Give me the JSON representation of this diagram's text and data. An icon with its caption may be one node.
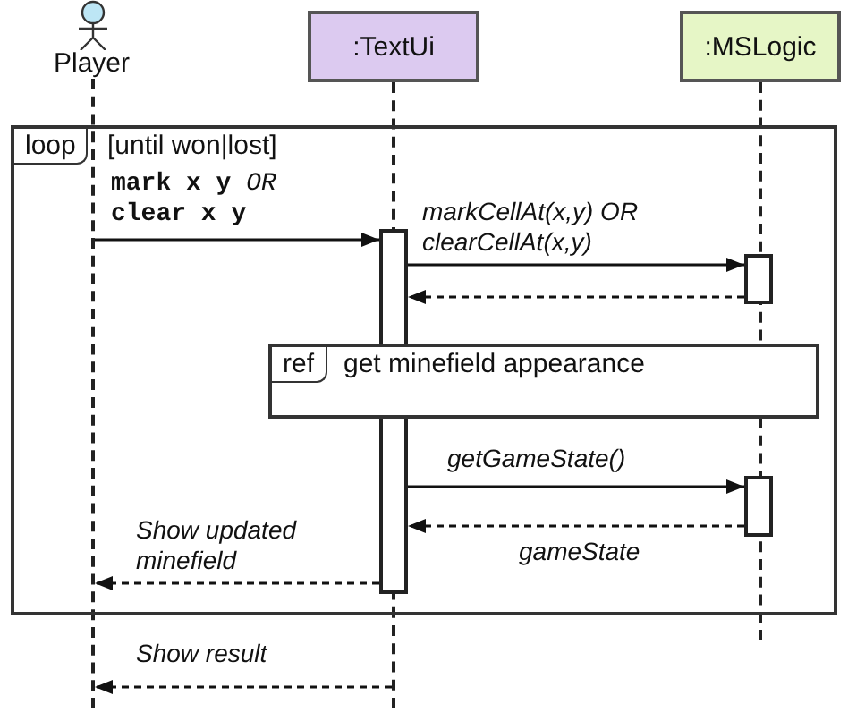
{
  "diagram": {
    "nodes": [
      {
        "text": [
          "Player"
        ]
      },
      {
        "text": [
          ":TextUi"
        ]
      },
      {
        "text": [
          ":MSLogic"
        ]
      },
      {
        "text": [],
        "shape": "line"
      },
      {
        "text": [],
        "shape": "line"
      },
      {
        "text": [
          "loop",
          "[until won|lost]"
        ]
      },
      {
        "text": [],
        "shape": "bar",
        "in": 5
      },
      {
        "text": [],
        "shape": "bar",
        "in": 5
      },
      {
        "text": [
          "ref",
          "get minefield appearance"
        ],
        "in": 5
      },
      {
        "text": [],
        "shape": "bar",
        "in": 5
      }
    ],
    "edges": [
      {
        "from": 3,
        "to": 6,
        "arrow": "to",
        "label": "**mark x y** *OR* **clear x y**"
      },
      {
        "from": 6,
        "to": 7,
        "arrow": "to",
        "label": "markCellAt(x,y) OR clearCellAt(x,y)"
      },
      {
        "from": 7,
        "to": 6,
        "arrow": "to",
        "style": "dashed"
      },
      {
        "from": 6,
        "to": 9,
        "arrow": "to",
        "label": "getGameState()"
      },
      {
        "from": 9,
        "to": 6,
        "arrow": "to",
        "style": "dashed",
        "label": "gameState"
      },
      {
        "from": 6,
        "to": 3,
        "arrow": "to",
        "style": "dashed",
        "label": "Show updated minefield"
      },
      {
        "from": 4,
        "to": 3,
        "arrow": "to",
        "style": "dashed",
        "label": "Show result"
      }
    ]
  }
}
